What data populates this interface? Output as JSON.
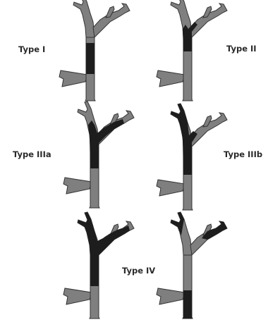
{
  "labels": {
    "type_1": "Type I",
    "type_2": "Type II",
    "type_3a": "Type IIIa",
    "type_3b": "Type IIIb",
    "type_4": "Type IV"
  },
  "colors": {
    "duct": "#7f7f7f",
    "tumor": "#1d1d1d",
    "outline": "#333333",
    "label": "#2a2a2a"
  }
}
